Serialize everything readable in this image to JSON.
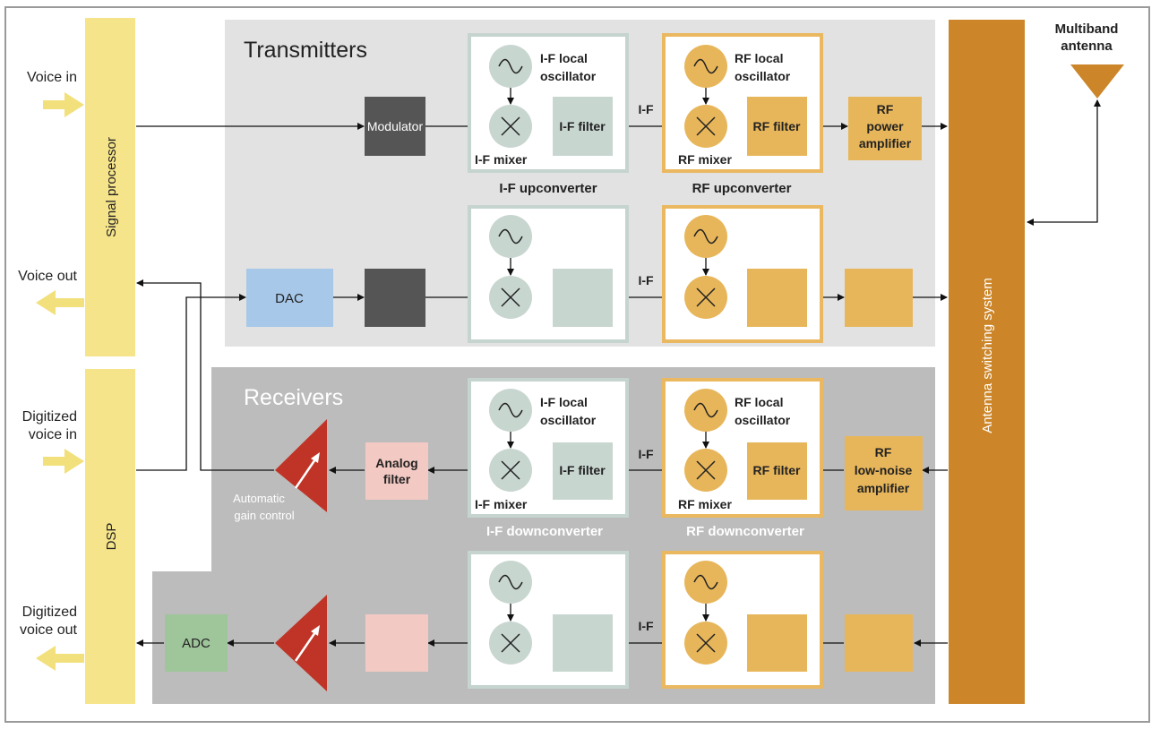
{
  "regions": {
    "transmitters": "Transmitters",
    "receivers": "Receivers"
  },
  "side_blocks": {
    "signal_processor": "Signal processor",
    "dsp": "DSP",
    "antenna_switching": "Antenna switching system"
  },
  "io": {
    "voice_in": "Voice in",
    "voice_out": "Voice out",
    "digitized_voice_in": [
      "Digitized",
      "voice in"
    ],
    "digitized_voice_out": [
      "Digitized",
      "voice out"
    ]
  },
  "antenna": [
    "Multiband",
    "antenna"
  ],
  "blocks": {
    "modulator": "Modulator",
    "dac": "DAC",
    "adc": "ADC",
    "analog_filter": [
      "Analog",
      "filter"
    ],
    "agc": [
      "Automatic",
      "gain control"
    ],
    "if_filter": "I-F filter",
    "rf_filter": "RF filter",
    "if_mixer": "I-F mixer",
    "rf_mixer": "RF mixer",
    "if_local_oscillator": [
      "I-F local",
      "oscillator"
    ],
    "rf_local_oscillator": [
      "RF local",
      "oscillator"
    ],
    "rf_power_amplifier": [
      "RF",
      "power",
      "amplifier"
    ],
    "rf_low_noise_amplifier": [
      "RF",
      "low-noise",
      "amplifier"
    ],
    "if_link": "I-F"
  },
  "group_labels": {
    "if_upconverter": "I-F upconverter",
    "rf_upconverter": "RF upconverter",
    "if_downconverter": "I-F downconverter",
    "rf_downconverter": "RF downconverter"
  },
  "colors": {
    "yellow_block": "#f6e48a",
    "orange_antenna": "#cc8629",
    "transmit_bg": "#e2e2e2",
    "receive_bg": "#bcbcbc",
    "dark_block": "#555555",
    "dac": "#a7c8e8",
    "adc": "#9fc59a",
    "analog_filter": "#f3c9c3",
    "if_component": "#c8d6d0",
    "rf_component": "#e8b65a",
    "agc_red": "#bf3426"
  }
}
